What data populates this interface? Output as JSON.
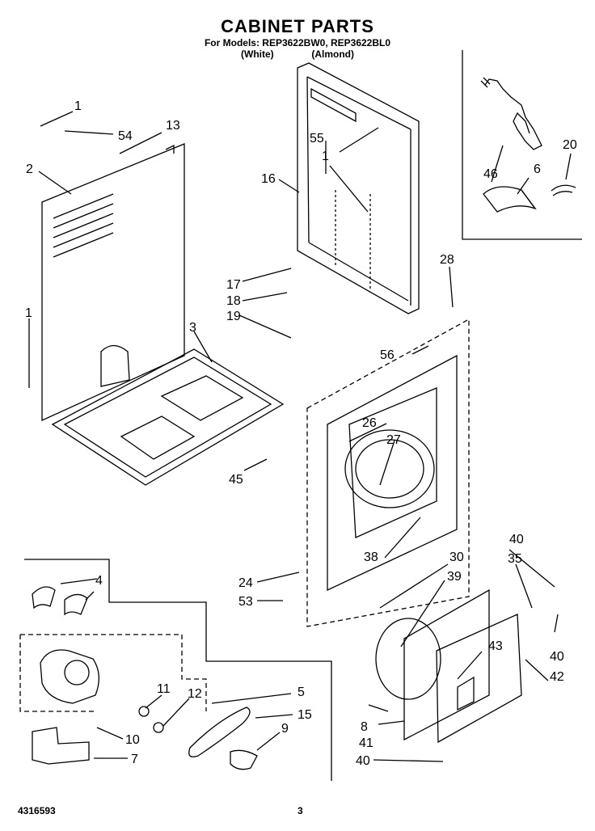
{
  "header": {
    "title": "CABINET PARTS",
    "models_line": "For Models: REP3622BW0, REP3622BL0",
    "variants_line": "(White)              (Almond)"
  },
  "callouts": [
    {
      "id": "c1a",
      "text": "1"
    },
    {
      "id": "c54",
      "text": "54"
    },
    {
      "id": "c13",
      "text": "13"
    },
    {
      "id": "c2",
      "text": "2"
    },
    {
      "id": "c1b",
      "text": "1"
    },
    {
      "id": "c3",
      "text": "3"
    },
    {
      "id": "c55",
      "text": "55"
    },
    {
      "id": "c1c",
      "text": "1"
    },
    {
      "id": "c16",
      "text": "16"
    },
    {
      "id": "c17",
      "text": "17"
    },
    {
      "id": "c18",
      "text": "18"
    },
    {
      "id": "c19",
      "text": "19"
    },
    {
      "id": "c28",
      "text": "28"
    },
    {
      "id": "c56",
      "text": "56"
    },
    {
      "id": "c26",
      "text": "26"
    },
    {
      "id": "c27",
      "text": "27"
    },
    {
      "id": "c45",
      "text": "45"
    },
    {
      "id": "c38",
      "text": "38"
    },
    {
      "id": "c24",
      "text": "24"
    },
    {
      "id": "c53",
      "text": "53"
    },
    {
      "id": "c46",
      "text": "46"
    },
    {
      "id": "c6",
      "text": "6"
    },
    {
      "id": "c20",
      "text": "20"
    },
    {
      "id": "c4",
      "text": "4"
    },
    {
      "id": "c11",
      "text": "11"
    },
    {
      "id": "c12",
      "text": "12"
    },
    {
      "id": "c5",
      "text": "5"
    },
    {
      "id": "c15",
      "text": "15"
    },
    {
      "id": "c10",
      "text": "10"
    },
    {
      "id": "c9",
      "text": "9"
    },
    {
      "id": "c7",
      "text": "7"
    },
    {
      "id": "c30",
      "text": "30"
    },
    {
      "id": "c39",
      "text": "39"
    },
    {
      "id": "c40a",
      "text": "40"
    },
    {
      "id": "c35",
      "text": "35"
    },
    {
      "id": "c43",
      "text": "43"
    },
    {
      "id": "c40b",
      "text": "40"
    },
    {
      "id": "c42",
      "text": "42"
    },
    {
      "id": "c8",
      "text": "8"
    },
    {
      "id": "c41",
      "text": "41"
    },
    {
      "id": "c40c",
      "text": "40"
    }
  ],
  "footer": {
    "part_number": "4316593",
    "page_number": "3"
  }
}
